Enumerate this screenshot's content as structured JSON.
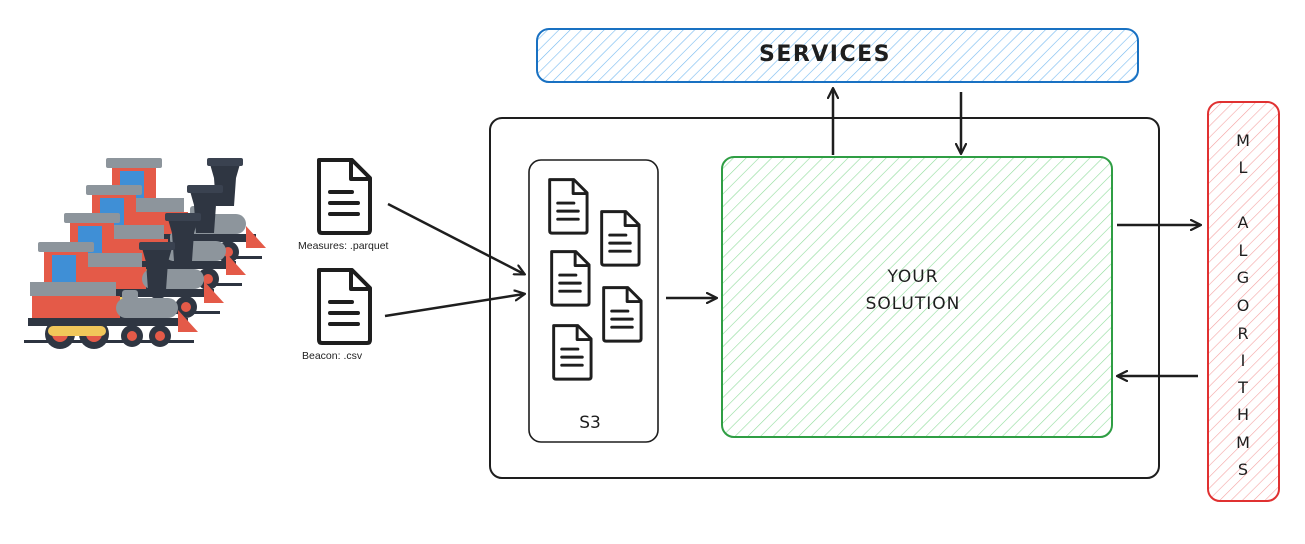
{
  "nodes": {
    "services": "SERVICES",
    "solution_line1": "YOUR",
    "solution_line2": "SOLUTION",
    "s3": "S3",
    "ml": [
      "M",
      "L",
      "A",
      "L",
      "G",
      "O",
      "R",
      "I",
      "T",
      "H",
      "M",
      "S"
    ]
  },
  "files": {
    "measures": "Measures: .parquet",
    "beacon": "Beacon: .csv"
  },
  "colors": {
    "services_stroke": "#1971c2",
    "services_fill": "#a5d8ff",
    "solution_stroke": "#2f9e44",
    "solution_fill": "#b2f2bb",
    "ml_stroke": "#e03131",
    "ml_fill": "#ffc9c9",
    "ink": "#1e1e1e"
  },
  "icons": {
    "trains": "steam-locomotive-icon",
    "file": "document-icon"
  }
}
